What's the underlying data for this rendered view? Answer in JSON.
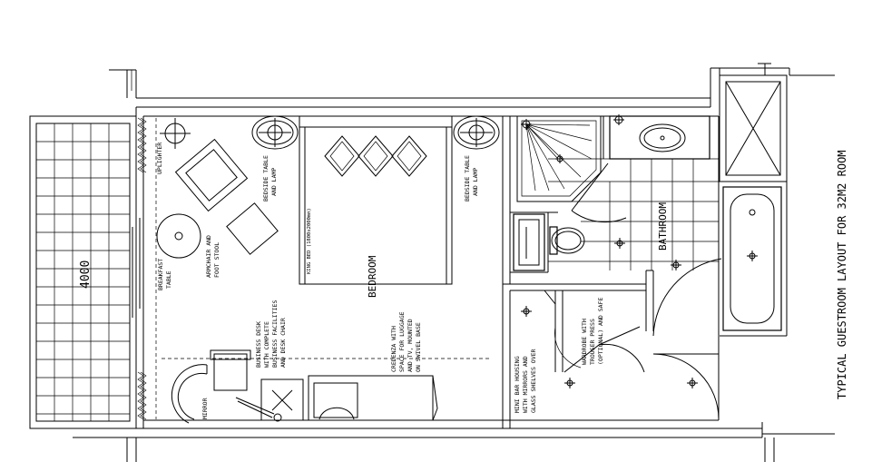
{
  "title": "TYPICAL GUESTROOM LAYOUT FOR 32M2 ROOM",
  "dimension": "4000",
  "rooms": {
    "bedroom": "BEDROOM",
    "bathroom": "BATHROOM"
  },
  "labels": {
    "uplighter": "UPLIGHTER",
    "armchair_1": "ARMCHAIR AND",
    "armchair_2": "FOOT STOOL",
    "breakfast_1": "BREAKFAST",
    "breakfast_2": "TABLE",
    "bedside_left_1": "BEDSIDE TABLE",
    "bedside_left_2": "AND LAMP",
    "king_bed": "KING BED (1800x2000mm)",
    "bedside_right_1": "BEDSIDE TABLE",
    "bedside_right_2": "AND LAMP",
    "desk_1": "BUSINESS DESK",
    "desk_2": "WITH COMPLETE",
    "desk_3": "BUSINESS FACILITIES",
    "desk_4": "AND DESK CHAIR",
    "credenza_1": "CREDENZA WITH",
    "credenza_2": "SPACE FOR LUGGAGE",
    "credenza_3": "AND TV, MOUNTED",
    "credenza_4": "ON SWIVEL BASE",
    "minibar_1": "MINI BAR HOUSING",
    "minibar_2": "WITH MIRRORS AND",
    "minibar_3": "GLASS SHELVES OVER",
    "wardrobe_1": "WARDROBE WITH",
    "wardrobe_2": "TROUSER PRESS",
    "wardrobe_3": "(OPTIONAL) AND SAFE",
    "mirror": "MIRROR"
  }
}
